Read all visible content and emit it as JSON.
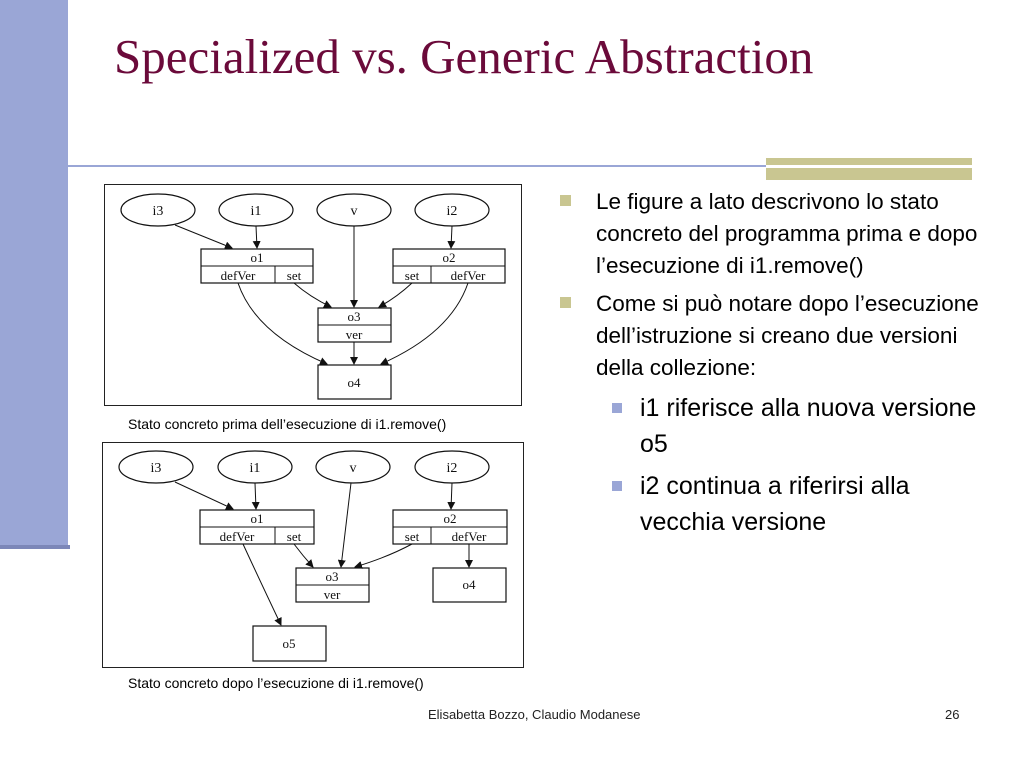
{
  "title": "Specialized vs. Generic Abstraction",
  "diagram_before": {
    "refs": [
      "i3",
      "i1",
      "v",
      "i2"
    ],
    "o1": {
      "name": "o1",
      "fields": [
        "defVer",
        "set"
      ]
    },
    "o2": {
      "name": "o2",
      "fields": [
        "set",
        "defVer"
      ]
    },
    "o3": {
      "name": "o3",
      "fields": [
        "ver"
      ]
    },
    "o4": {
      "name": "o4"
    },
    "caption": "Stato concreto prima dell’esecuzione di i1.remove()"
  },
  "diagram_after": {
    "refs": [
      "i3",
      "i1",
      "v",
      "i2"
    ],
    "o1": {
      "name": "o1",
      "fields": [
        "defVer",
        "set"
      ]
    },
    "o2": {
      "name": "o2",
      "fields": [
        "set",
        "defVer"
      ]
    },
    "o3": {
      "name": "o3",
      "fields": [
        "ver"
      ]
    },
    "o4": {
      "name": "o4"
    },
    "o5": {
      "name": "o5"
    },
    "caption": "Stato concreto dopo l’esecuzione di i1.remove()"
  },
  "bullets": [
    {
      "text": "Le figure a lato  descrivono lo stato concreto del programma prima e dopo l’esecuzione di i1.remove()"
    },
    {
      "text": "Come si può notare dopo l’esecuzione dell’istruzione si creano due versioni della collezione:",
      "sub": [
        "i1 riferisce alla nuova versione o5",
        "i2 continua a riferirsi alla vecchia versione"
      ]
    }
  ],
  "footer": {
    "author": "Elisabetta Bozzo, Claudio Modanese",
    "page": "26"
  },
  "colors": {
    "title": "#6b0a3a",
    "sidebar": "#9aa6d6",
    "accent": "#c9c691"
  }
}
